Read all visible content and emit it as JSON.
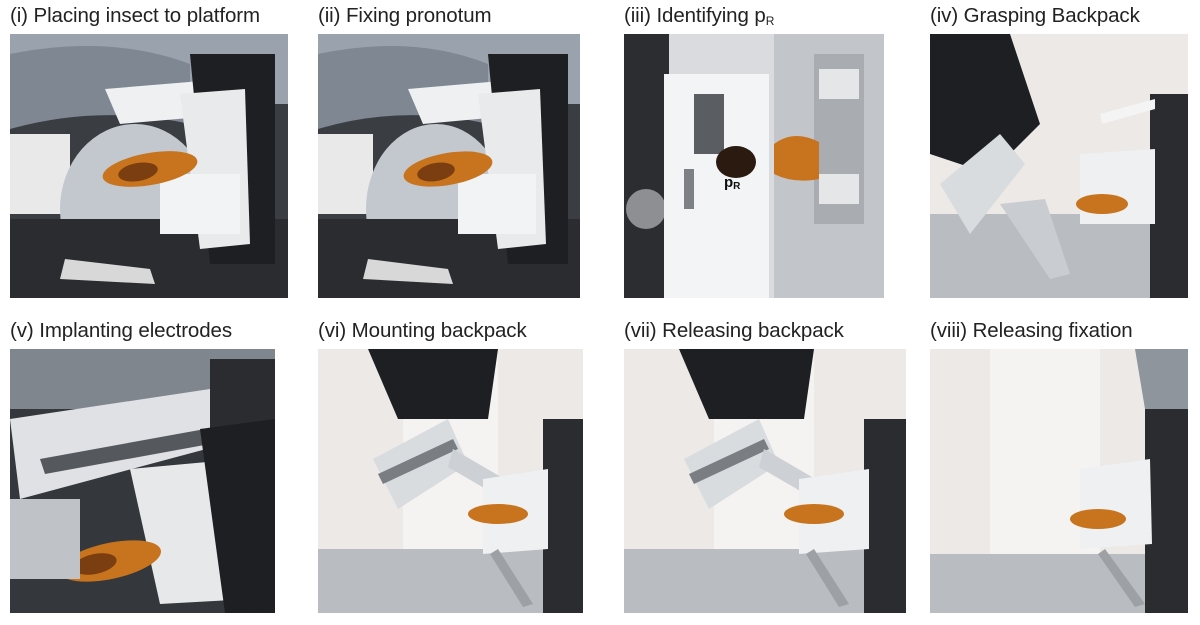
{
  "panels": [
    {
      "id": "p1",
      "numeral": "(i)",
      "title": "Placing insect to platform",
      "sub": ""
    },
    {
      "id": "p2",
      "numeral": "(ii)",
      "title": "Fixing pronotum",
      "sub": ""
    },
    {
      "id": "p3",
      "numeral": "(iii)",
      "title": "Identifying p",
      "sub": "R",
      "photo_label": "p",
      "photo_label_sub": "R"
    },
    {
      "id": "p4",
      "numeral": "(iv)",
      "title": "Grasping Backpack",
      "sub": ""
    },
    {
      "id": "p5",
      "numeral": "(v)",
      "title": "Implanting electrodes",
      "sub": ""
    },
    {
      "id": "p6",
      "numeral": "(vi)",
      "title": "Mounting backpack",
      "sub": ""
    },
    {
      "id": "p7",
      "numeral": "(vii)",
      "title": "Releasing backpack",
      "sub": ""
    },
    {
      "id": "p8",
      "numeral": "(viii)",
      "title": "Releasing fixation",
      "sub": ""
    }
  ],
  "colors": {
    "caption_text": "#222222",
    "insect": "#c8741e",
    "metal_white": "#eef0f2",
    "robot_dark": "#1d1f23",
    "wall": "#ece9e6"
  }
}
